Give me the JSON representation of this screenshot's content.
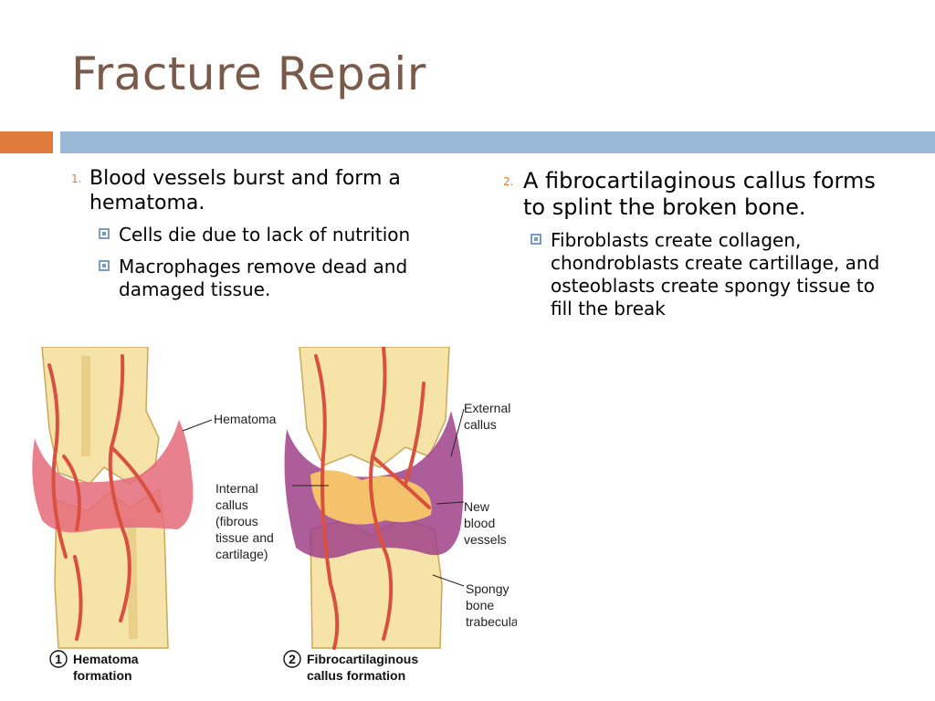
{
  "title": "Fracture Repair",
  "left": {
    "number": "1.",
    "text": "Blood vessels burst and form a hematoma.",
    "bullets": [
      "Cells die due to lack of nutrition",
      "Macrophages remove dead and damaged tissue."
    ]
  },
  "right": {
    "number": "2.",
    "text": "A fibrocartilaginous callus forms to splint the broken bone.",
    "bullets": [
      "Fibroblasts create collagen, chondroblasts create cartillage, and osteoblasts create spongy tissue to fill the break"
    ]
  },
  "figure": {
    "labels": {
      "hematoma": "Hematoma",
      "internal": [
        "Internal",
        "callus",
        "(fibrous",
        "tissue and",
        "cartilage)"
      ],
      "external": [
        "External",
        "callus"
      ],
      "vessels": [
        "New",
        "blood",
        "vessels"
      ],
      "spongy": [
        "Spongy",
        "bone",
        "trabeculae"
      ]
    },
    "captions": {
      "one_num": "1",
      "one": [
        "Hematoma",
        "formation"
      ],
      "two_num": "2",
      "two": [
        "Fibrocartilaginous",
        "callus formation"
      ]
    }
  },
  "colors": {
    "title": "#7a5a4a",
    "accent_orange": "#e07b3c",
    "accent_blue": "#9ab9d6",
    "bullet": "#7a9cc0",
    "bone": "#f6e3a8",
    "hematoma": "#e56a7a",
    "callus": "#a0418a",
    "vessel": "#d9503f"
  }
}
